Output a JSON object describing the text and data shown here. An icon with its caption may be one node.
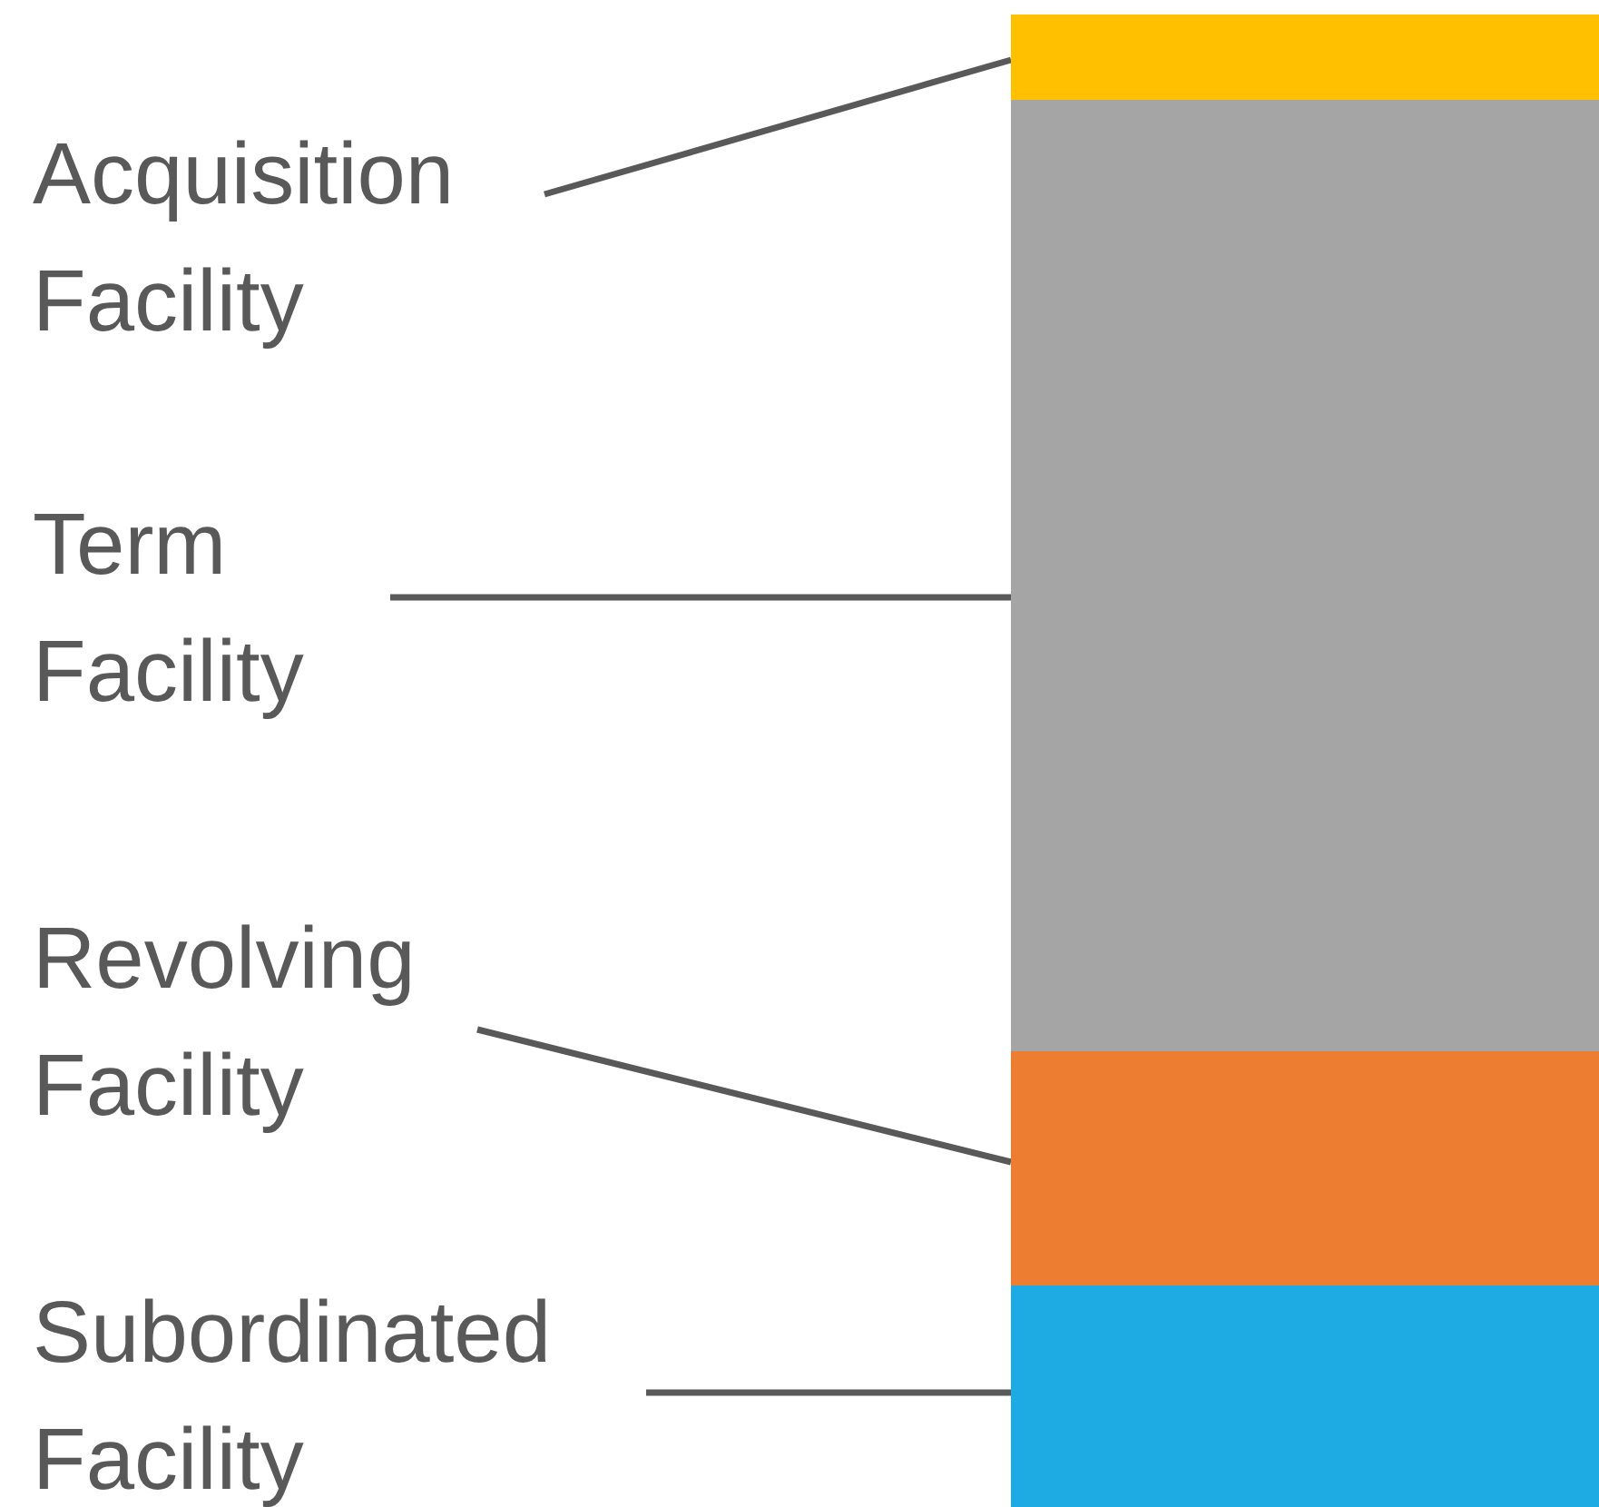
{
  "diagram": {
    "nodes": [
      {
        "text": [
          "Acquisition Facility"
        ]
      },
      {
        "text": [],
        "shape": "bar"
      },
      {
        "text": [
          "Term Facility"
        ]
      },
      {
        "text": [],
        "shape": "bar"
      },
      {
        "text": [
          "Revolving Facility"
        ]
      },
      {
        "text": [],
        "shape": "bar"
      },
      {
        "text": [
          "Subordinated Facility"
        ]
      },
      {
        "text": [],
        "shape": "bar"
      }
    ],
    "edges": [
      {
        "from": 0,
        "to": 1,
        "arrow": "none"
      },
      {
        "from": 2,
        "to": 3,
        "arrow": "none"
      },
      {
        "from": 4,
        "to": 5,
        "arrow": "none"
      },
      {
        "from": 6,
        "to": 7,
        "arrow": "none"
      }
    ]
  }
}
